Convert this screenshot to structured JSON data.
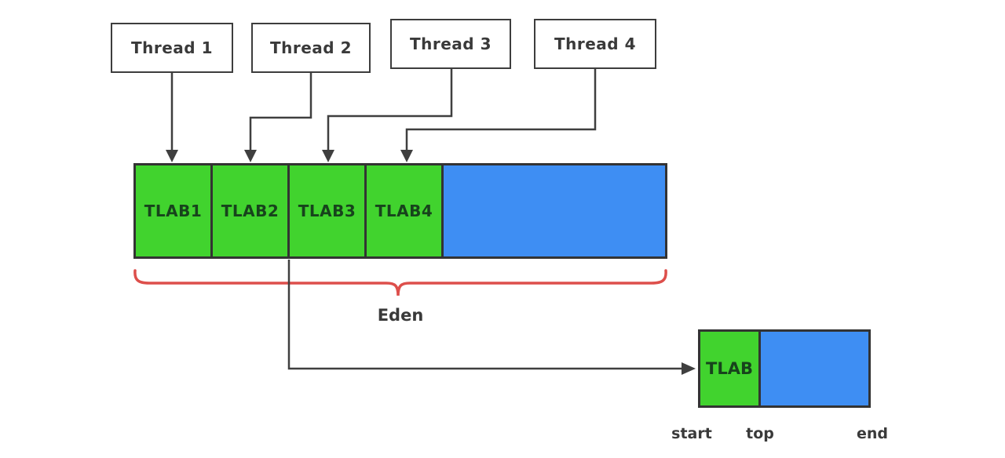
{
  "threads": [
    {
      "label": "Thread 1"
    },
    {
      "label": "Thread 2"
    },
    {
      "label": "Thread 3"
    },
    {
      "label": "Thread 4"
    }
  ],
  "eden_region": {
    "tlabs": [
      {
        "label": "TLAB1"
      },
      {
        "label": "TLAB2"
      },
      {
        "label": "TLAB3"
      },
      {
        "label": "TLAB4"
      }
    ],
    "brace_label": "Eden"
  },
  "tlab_detail": {
    "label": "TLAB",
    "pointer_labels": [
      {
        "label": "start"
      },
      {
        "label": "top"
      },
      {
        "label": "end"
      }
    ]
  },
  "colors": {
    "tlab_green": "#41d32e",
    "free_space_blue": "#3e8ef3",
    "box_border": "#333333",
    "connector": "#3f3f3f",
    "brace_red": "#dd4f4b",
    "text": "#3a3a3a"
  }
}
